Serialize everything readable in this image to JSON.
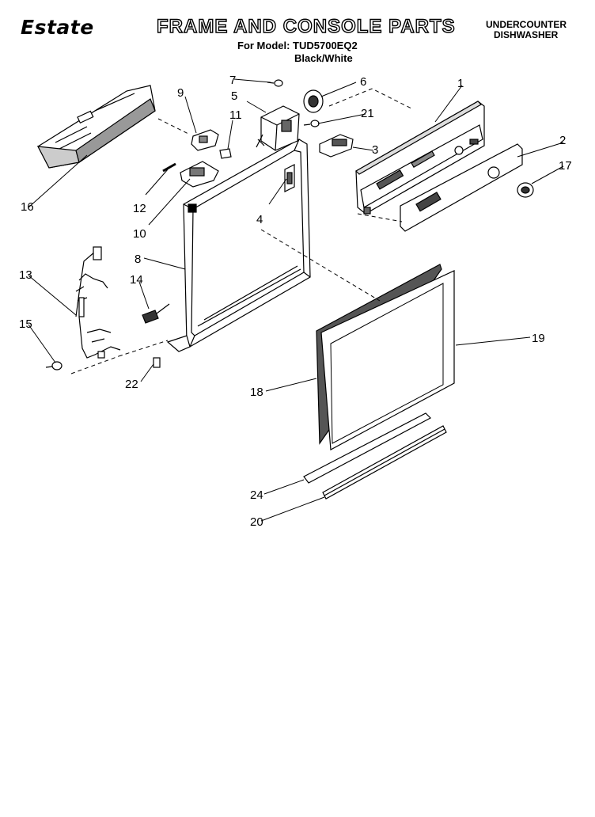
{
  "header": {
    "brand": "Estate",
    "title": "FRAME AND CONSOLE PARTS",
    "model_line": "For Model: TUD5700EQ2",
    "variant": "Black/White",
    "appliance_line1": "UNDERCOUNTER",
    "appliance_line2": "DISHWASHER"
  },
  "callouts": {
    "c1": "1",
    "c2": "2",
    "c3": "3",
    "c4": "4",
    "c5": "5",
    "c6": "6",
    "c7": "7",
    "c8": "8",
    "c9": "9",
    "c10": "10",
    "c11": "11",
    "c12": "12",
    "c13": "13",
    "c14": "14",
    "c15": "15",
    "c16": "16",
    "c17": "17",
    "c18": "18",
    "c19": "19",
    "c20": "20",
    "c21": "21",
    "c22": "22",
    "c24": "24"
  }
}
